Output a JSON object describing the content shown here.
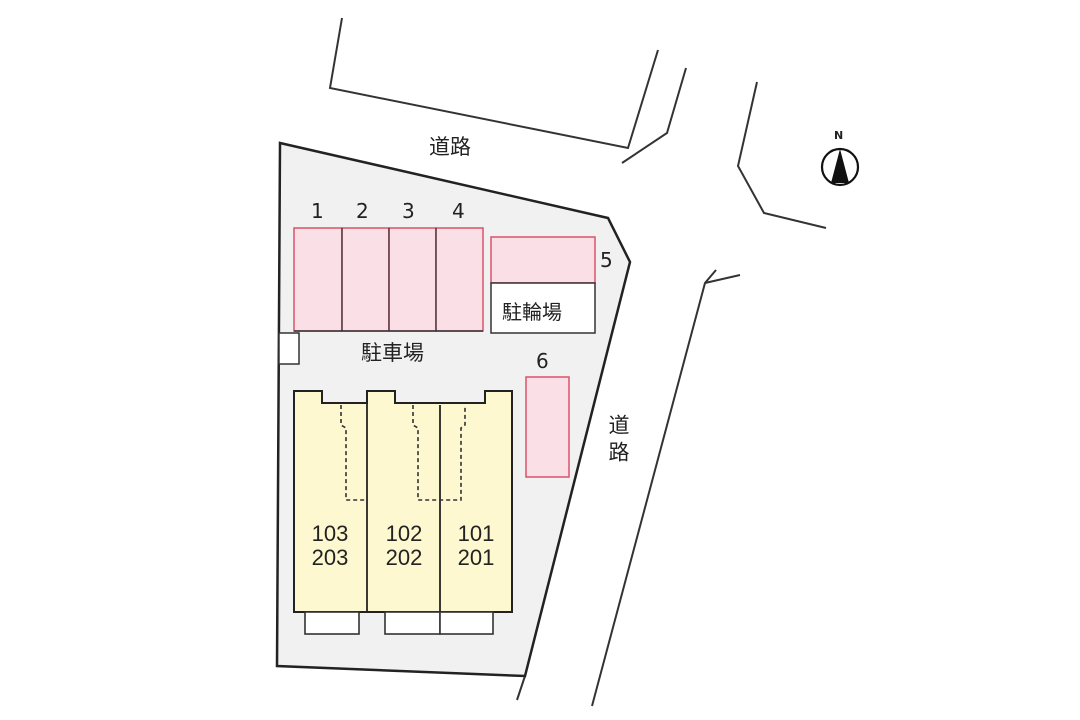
{
  "map": {
    "roads": {
      "north_label": "道路",
      "east_label": "道路"
    },
    "compass": {
      "label": "N",
      "icon": "north-arrow-icon"
    },
    "parking_area_label": "駐車場",
    "bicycle_parking_label": "駐輪場",
    "parking_spaces": [
      {
        "id": "1",
        "label": "1"
      },
      {
        "id": "2",
        "label": "2"
      },
      {
        "id": "3",
        "label": "3"
      },
      {
        "id": "4",
        "label": "4"
      },
      {
        "id": "5",
        "label": "5"
      },
      {
        "id": "6",
        "label": "6"
      }
    ],
    "units": [
      {
        "ground": "103",
        "upper": "203"
      },
      {
        "ground": "102",
        "upper": "202"
      },
      {
        "ground": "101",
        "upper": "201"
      }
    ],
    "colors": {
      "site_fill": "#f1f1f2",
      "parking_fill": "#fbdfe7",
      "parking_stroke": "#d9536a",
      "building_fill": "#fdf8cf",
      "line": "#222222",
      "background": "#ffffff"
    }
  }
}
